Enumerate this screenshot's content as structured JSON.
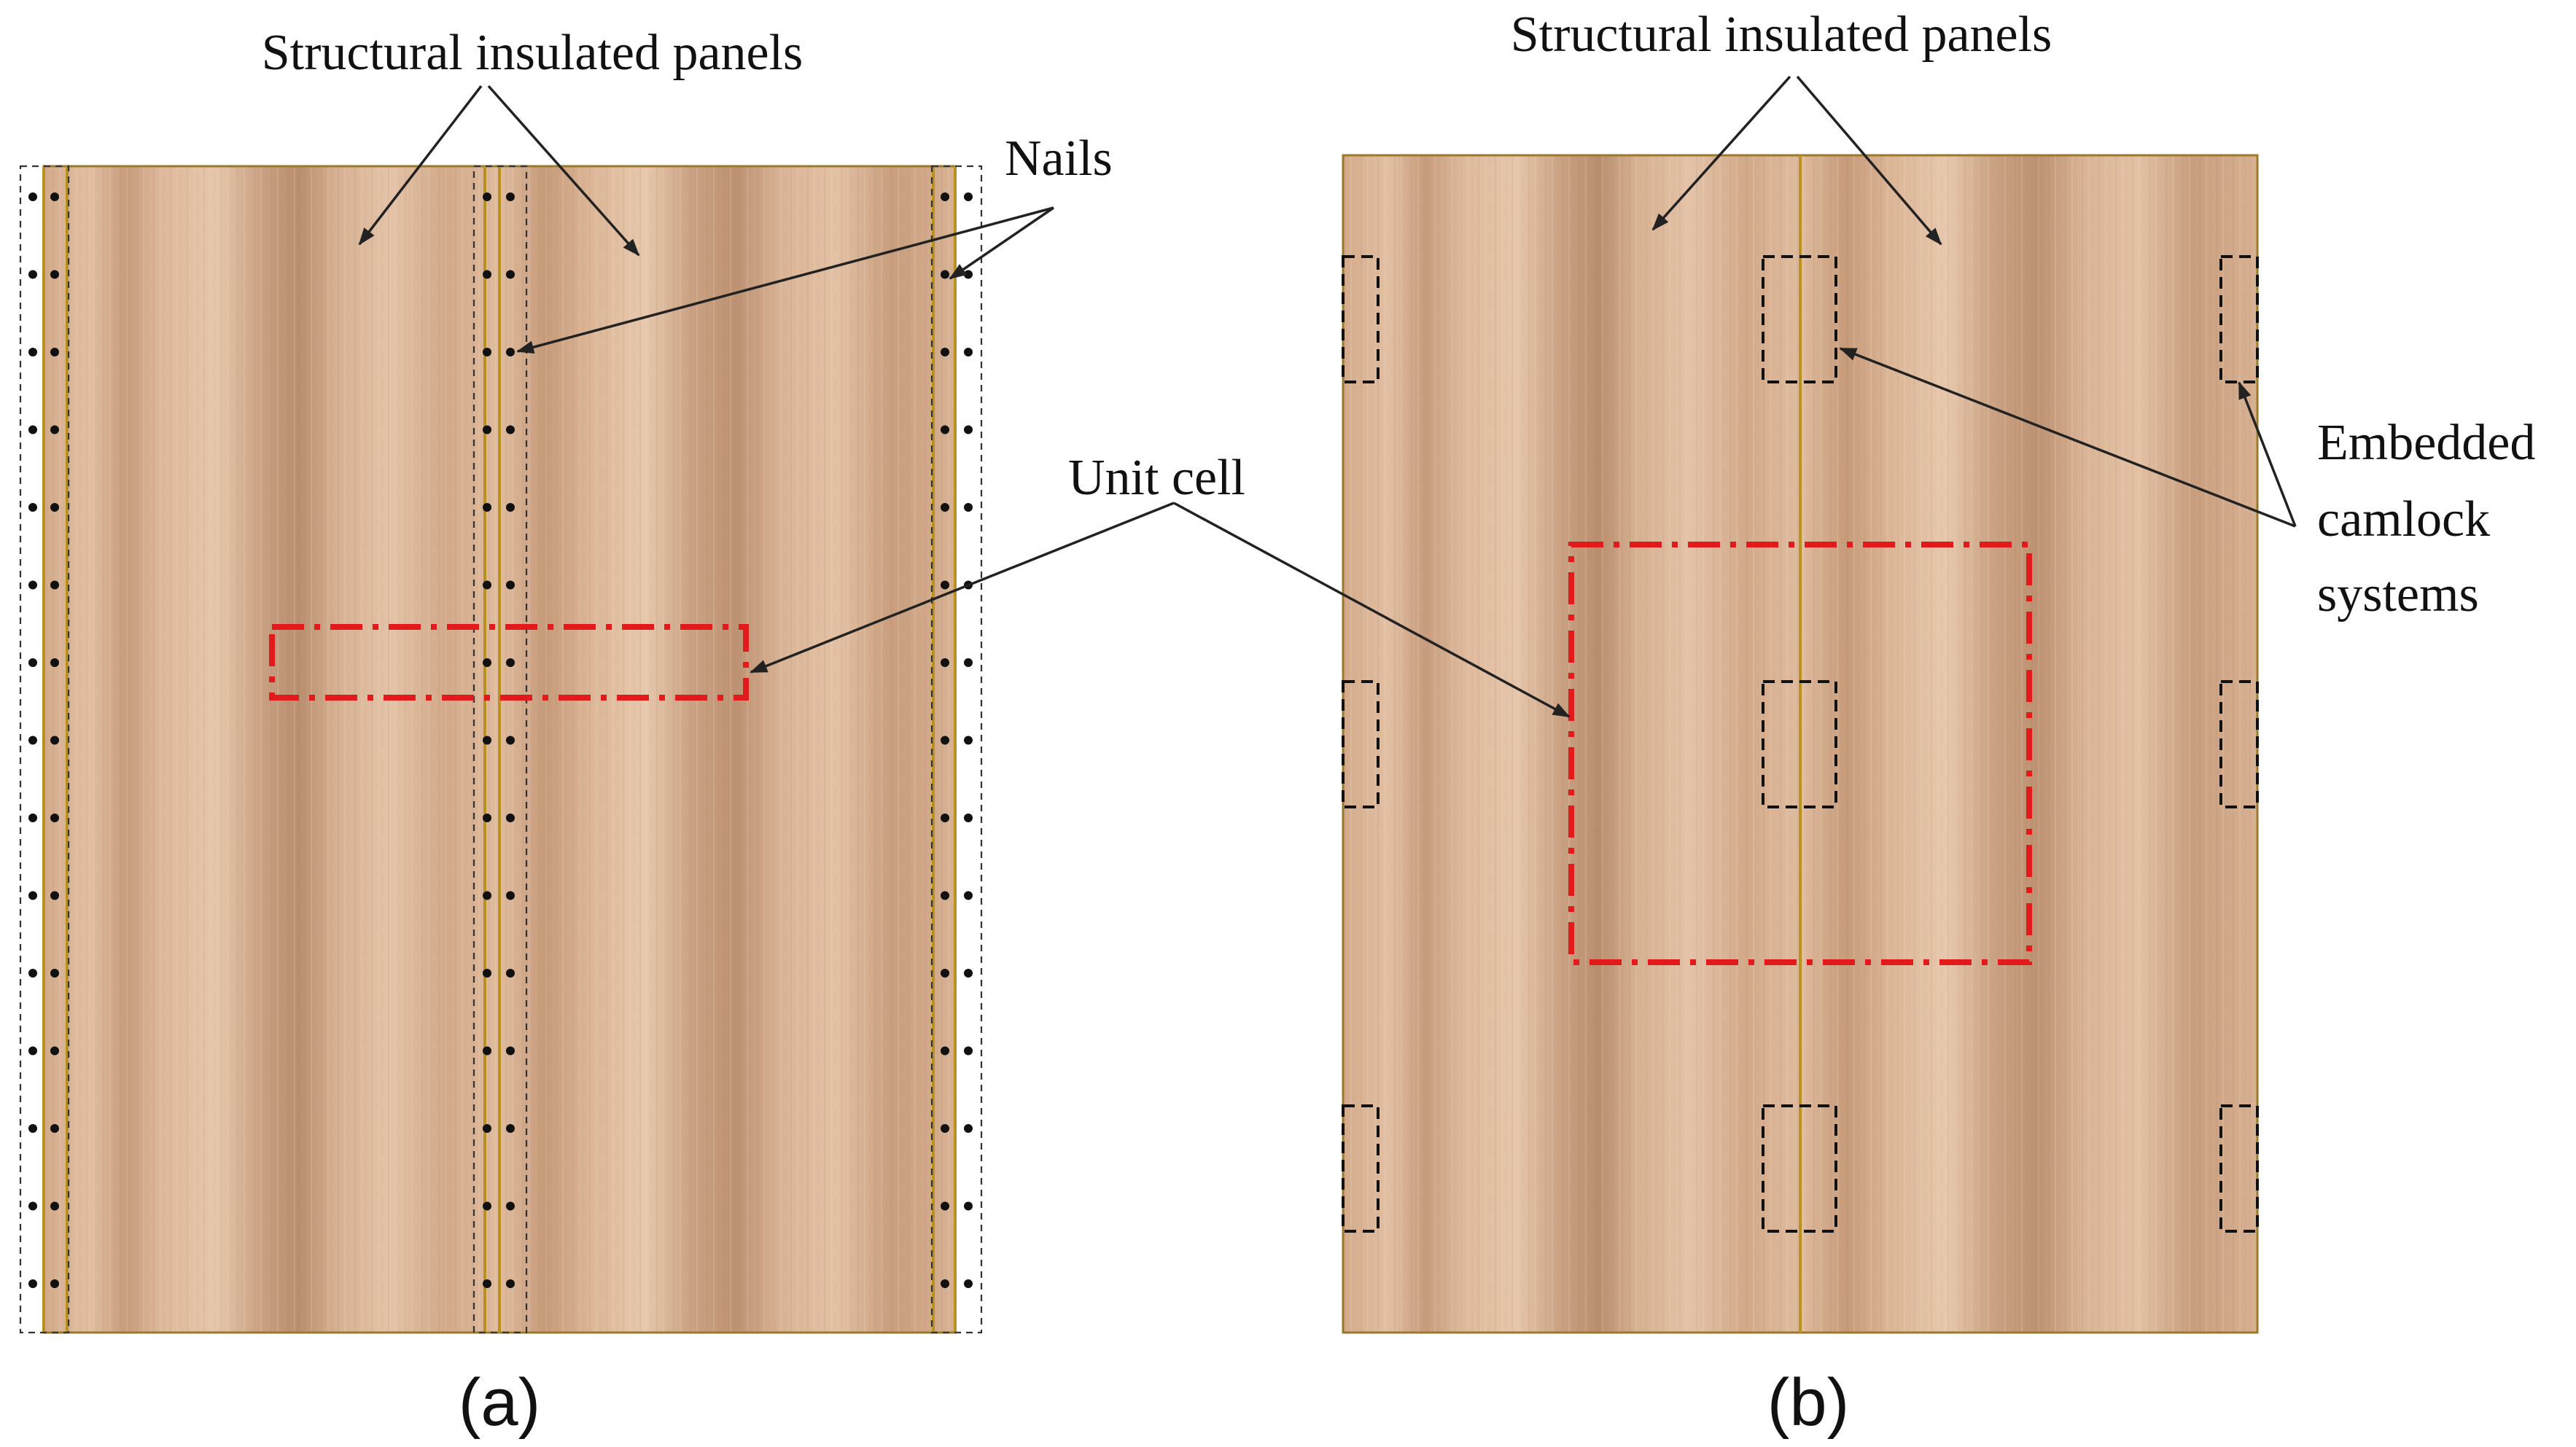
{
  "panel_a": {
    "caption": "(a)",
    "label_panels": "Structural insulated panels",
    "label_nails": "Nails",
    "label_unit_cell": "Unit cell"
  },
  "panel_b": {
    "caption": "(b)",
    "label_panels": "Structural insulated panels",
    "label_unit_cell": "Unit cell",
    "label_camlock_lines": [
      "Embedded",
      "camlock",
      "systems"
    ]
  },
  "colors": {
    "wood_base": "#dcb596",
    "wood_grain_dark": "#b88e6e",
    "seam": "#b8911e",
    "unit_cell": "#e31a1c",
    "annotation": "#111111"
  }
}
